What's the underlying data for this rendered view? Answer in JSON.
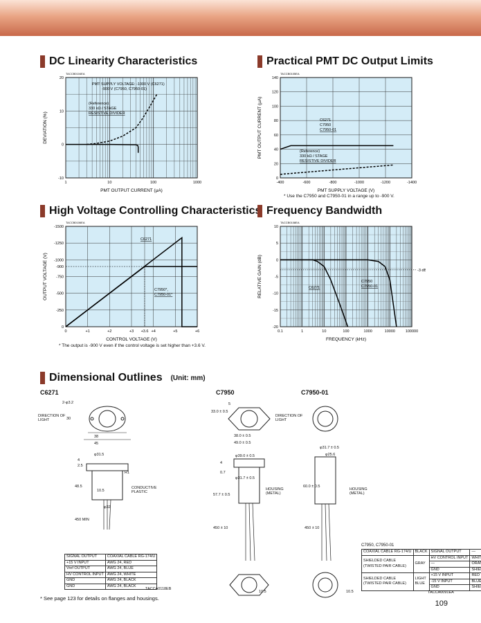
{
  "sections": {
    "dc_linearity": "DC Linearity Characteristics",
    "pmt_limits": "Practical PMT DC Output Limits",
    "hv_control": "High Voltage Controlling Characteristics",
    "freq": "Frequency Bandwidth",
    "dims": "Dimensional Outlines",
    "dims_unit": "(Unit: mm)"
  },
  "chart_data": [
    {
      "id": "c1",
      "type": "line",
      "code": "TACCB0104EA",
      "xlabel": "PMT OUTPUT CURRENT (µA)",
      "ylabel": "DEVIATION (%)",
      "xscale": "log",
      "xlim": [
        1,
        1000
      ],
      "ylim": [
        -10,
        20
      ],
      "xticks": [
        "1",
        "10",
        "100",
        "1000"
      ],
      "xtickvals": [
        1,
        10,
        100,
        1000
      ],
      "yticks": [
        -10,
        0,
        10,
        20
      ],
      "grid": true,
      "annotations": [
        "PMT SUPPLY VOLTAGE: -1000 V (C6271)",
        "-900 V (C7950, C7950-01)",
        "(Reference)",
        "330 kΩ / STAGE",
        "RESISTIVE DIVIDER"
      ],
      "series": [
        {
          "name": "C6271/C7950",
          "style": "solid",
          "x": [
            1,
            10,
            40,
            44,
            45,
            45
          ],
          "y": [
            0,
            0,
            -0.1,
            -0.3,
            -0.8,
            -2.5
          ]
        },
        {
          "name": "Reference 330 kΩ/stage",
          "style": "dashed",
          "x": [
            3,
            5,
            10,
            20,
            40,
            55,
            80,
            120
          ],
          "y": [
            0,
            0.3,
            1,
            2.5,
            5,
            7.5,
            11,
            15
          ]
        }
      ]
    },
    {
      "id": "c2",
      "type": "line",
      "code": "TACCB0105EA",
      "xlabel": "PMT SUPPLY VOLTAGE (V)",
      "ylabel": "PMT OUTPUT CURRENT (µA)",
      "xlim": [
        -400,
        -1400
      ],
      "ylim": [
        0,
        140
      ],
      "xticks": [
        -400,
        -600,
        -800,
        -1000,
        -1200,
        -1400
      ],
      "yticks": [
        0,
        20,
        40,
        60,
        80,
        100,
        120,
        140
      ],
      "grid": true,
      "annotations": [
        "C6271",
        "C7950",
        "C7950-01",
        "(Reference)",
        "330 kΩ / STAGE",
        "RESISTIVE DIVIDER"
      ],
      "note": "* Use the C7950 and C7950-01 in a range up to -900 V.",
      "series": [
        {
          "name": "C6271/C7950/C7950-01",
          "style": "solid",
          "x": [
            -400,
            -480,
            -1260
          ],
          "y": [
            40,
            45,
            45
          ]
        },
        {
          "name": "Reference",
          "style": "dashed",
          "x": [
            -400,
            -1260
          ],
          "y": [
            5,
            18
          ]
        }
      ]
    },
    {
      "id": "c3",
      "type": "line",
      "code": "TACCB0106EA",
      "xlabel": "CONTROL VOLTAGE (V)",
      "ylabel": "OUTPUT VOLTAGE (V)",
      "xlim": [
        0,
        6
      ],
      "ylim": [
        0,
        -1500
      ],
      "xticks": [
        "0",
        "+1",
        "+2",
        "+3",
        "+3.6",
        "+4",
        "+5",
        "+6"
      ],
      "xtickvals": [
        0,
        1,
        2,
        3,
        3.6,
        4,
        5,
        6
      ],
      "yticks": [
        "0",
        "-250",
        "-500",
        "-750",
        "-900",
        "-1000",
        "-1250",
        "-1500"
      ],
      "ytickvals": [
        0,
        -250,
        -500,
        -750,
        -900,
        -1000,
        -1250,
        -1500
      ],
      "grid": true,
      "annotations": [
        "C6271",
        "C7950*,",
        "C7950-01*"
      ],
      "note": "* The output is -900 V even if the control voltage is set higher than +3.6 V.",
      "series": [
        {
          "name": "C6271",
          "style": "solid",
          "x": [
            0,
            5.3,
            5.3,
            6
          ],
          "y": [
            0,
            -1330,
            0,
            0
          ]
        },
        {
          "name": "C7950/C7950-01",
          "style": "solid",
          "x": [
            0,
            3.6,
            6
          ],
          "y": [
            0,
            -900,
            -900
          ]
        }
      ]
    },
    {
      "id": "c4",
      "type": "line",
      "code": "TACCB0108EA",
      "xlabel": "FREQUENCY (kHz)",
      "ylabel": "RELATIVE GAIN (dB)",
      "xscale": "log",
      "xlim": [
        0.1,
        100000
      ],
      "ylim": [
        -20,
        10
      ],
      "xticks": [
        "0.1",
        "1",
        "10",
        "100",
        "1000",
        "10000",
        "100000"
      ],
      "xtickvals": [
        0.1,
        1,
        10,
        100,
        1000,
        10000,
        100000
      ],
      "yticks": [
        -20,
        -15,
        -10,
        -5,
        0,
        5,
        10
      ],
      "grid": true,
      "annotations": [
        "-3 dB",
        "C6271",
        "C7950",
        "C7950-01"
      ],
      "series": [
        {
          "name": "C6271",
          "style": "solid",
          "x": [
            0.1,
            3,
            5,
            10,
            20,
            50,
            120
          ],
          "y": [
            0,
            0,
            -0.5,
            -2,
            -6,
            -13,
            -20
          ]
        },
        {
          "name": "C7950/C7950-01",
          "style": "solid",
          "x": [
            0.1,
            1000,
            3000,
            6000,
            10000,
            20000
          ],
          "y": [
            0,
            0,
            -0.5,
            -2,
            -6,
            -20
          ]
        }
      ]
    }
  ],
  "dims": {
    "c6271": {
      "title": "C6271",
      "labels": [
        "2-φ3.2",
        "DIRECTION OF LIGHT",
        "30",
        "38",
        "45",
        "φ31.5",
        "R1",
        "2.5",
        "4",
        "48.5",
        "10.5",
        "CONDUCTIVE PLASTIC",
        "φ32",
        "450 MIN"
      ]
    },
    "c7950": {
      "title": "C7950",
      "labels": [
        "5",
        "33.0 ± 0.5",
        "38.0 ± 0.5",
        "49.0 ± 0.5",
        "DIRECTION OF LIGHT",
        "φ39.0 ± 0.5",
        "φ31.7 ± 0.5",
        "0.7",
        "4",
        "57.7 ± 0.5",
        "HOUSING (METAL)",
        "450 ± 10",
        "10.5"
      ]
    },
    "c7950_01": {
      "title": "C7950-01",
      "labels": [
        "φ31.7 ± 0.5",
        "φ25.6",
        "60.0 ± 0.5",
        "HOUSING (METAL)",
        "450 ± 10",
        "10.5"
      ]
    },
    "table1": {
      "code": "TACCA0118EB",
      "rows": [
        [
          "SIGNAL OUTPUT",
          "COAXIAL CABLE RG-174/U"
        ],
        [
          "+15 V INPUT",
          "AWG 24, RED"
        ],
        [
          "Vref OUTPUT",
          "AWG 24, BLUE"
        ],
        [
          "HV CONTROL INPUT",
          "AWG 24, WHITE"
        ],
        [
          "GND",
          "AWG 24, BLACK"
        ],
        [
          "GND",
          "AWG 24, BLACK"
        ]
      ]
    },
    "table2": {
      "caption": "C7950, C7950-01",
      "code": "TACCA0091EA",
      "header": [
        "COAXIAL CABLE RG-174/U",
        "BLACK",
        "SIGNAL OUTPUT",
        "—"
      ],
      "group1": {
        "cable": "SHIELDED CABLE (TWISTED PAIR CABLE)",
        "color": "GRAY",
        "rows": [
          [
            "HV CONTROL INPUT",
            "WHITE"
          ],
          [
            "—",
            "ORANGE"
          ],
          [
            "GND",
            "SHIELD"
          ]
        ]
      },
      "group2": {
        "cable": "SHIELDED CABLE (TWISTED PAIR CABLE)",
        "color": "LIGHT BLUE",
        "rows": [
          [
            "+15 V INPUT",
            "RED"
          ],
          [
            "-15 V INPUT",
            "BLUE"
          ],
          [
            "GND",
            "SHIELD"
          ]
        ]
      }
    }
  },
  "footnote": "* See page 123 for details on flanges and housings.",
  "page_number": "109",
  "colors": {
    "plot_bg": "#d4ecf7",
    "accent": "#8b3a2a"
  }
}
